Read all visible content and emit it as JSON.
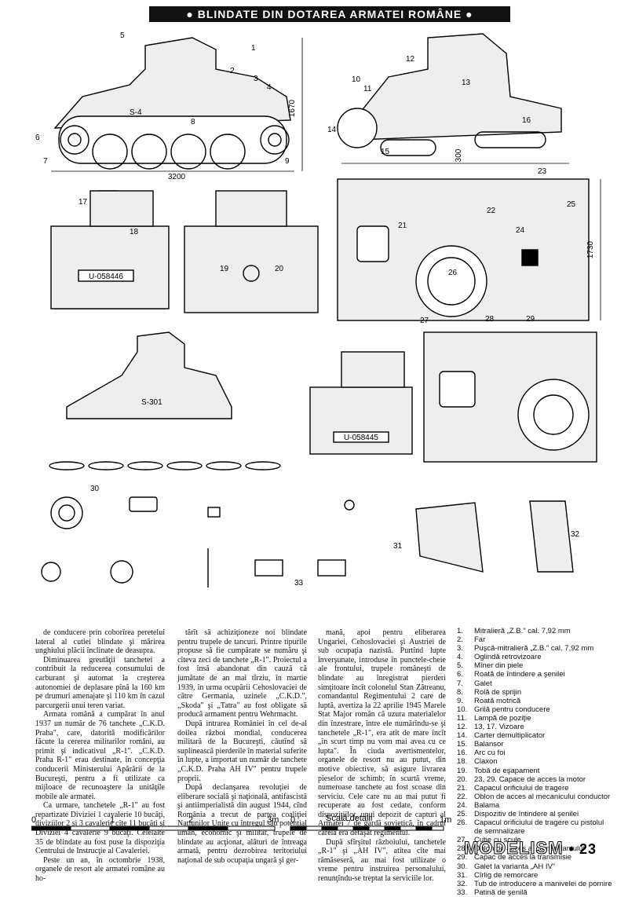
{
  "header": {
    "title": "● BLINDATE DIN DOTAREA ARMATEI ROMÂNE ●"
  },
  "dimensions": {
    "length": "3200",
    "height_side": "1670",
    "height_front": "1730",
    "ground_clearance": "300"
  },
  "markings": {
    "plate1": "U-058446",
    "plate2": "U-058445",
    "side1": "S-4",
    "side2": "S-301"
  },
  "callouts": [
    "1",
    "2",
    "3",
    "4",
    "5",
    "6",
    "7",
    "8",
    "9",
    "10",
    "11",
    "12",
    "13",
    "14",
    "15",
    "16",
    "17",
    "18",
    "19",
    "20",
    "21",
    "22",
    "23",
    "24",
    "25",
    "26",
    "27",
    "28",
    "29",
    "30",
    "31",
    "32",
    "33"
  ],
  "columns": {
    "col1": [
      "de conducere prin coborîrea peretelui lateral al cutiei blindate şi mărirea unghiului plăcii înclinate de deasupra.",
      "Diminuarea greutăţii tanchetei a contribuit la reducerea consumului de carburant şi automat la creşterea autonomiei de deplasare pînă la 160 km pe drumuri amenajate şi 110 km în cazul parcurgerii unui teren variat.",
      "Armata română a cumpărat în anul 1937 un număr de 76 tanchete „C.K.D. Praha\", care, datorită modificărilor făcute la cererea militarilor români, au primit şi indicativul „R-1\". „C.K.D. Praha R-1\" erau destinate, în concepţia conducerii Ministerului Apărării de la Bucureşti, pentru a fi utilizate ca mijloace de recunoaştere la unităţile mobile ale armatei.",
      "Ca urmare, tanchetele „R-1\" au fost repartizate Diviziei 1 cavalerie 10 bucăţi, diviziilor 2 şi 3 cavalerie cîte 11 bucăţi şi Diviziei 4 cavalerie 9 bucăţi. Celelalte 35 de blindate au fost puse la dispoziţia Centrului de Instrucţie al Cavaleriei.",
      "Peste un an, în octombrie 1938, organele de resort ale armatei române au ho-"
    ],
    "col2": [
      "tărît să achiziţioneze noi blindate pentru trupele de tancuri. Printre tipurile propuse să fie cumpărate se număru şi cîteva zeci de tanchete „R-1\". Proiectul a fost însă abandonat din cauză că jumătate de an mai tîrziu, în martie 1939, în urma ocupării Cehoslovaciei de către Germania, uzinele „C.K.D.\", „Skoda\" şi „Tatra\" au fost obligate să producă armament pentru Wehrmacht.",
      "După intrarea României în cel de-al doilea război mondial, conducerea militară de la Bucureşti, căutînd să suplinească pierderile în material suferite în lupte, a importat un număr de tanchete „C.K.D. Praha AH IV\" pentru trupele proprii.",
      "După declanşarea revoluţiei de eliberare socială şi naţională, antifascistă şi antiimperialistă din august 1944, cînd România a trecut de partea coaliţiei Naţiunilor Unite cu întregul său potenţial uman, economic şi militar, trupele de blindate au acţionat, alături de întreaga armată, pentru dezrobirea teritoriului naţional de sub ocupaţia ungară şi ger-"
    ],
    "col3": [
      "mană, apoi pentru eliberarea Ungariei, Cehoslovaciei şi Austriei de sub ocupaţia nazistă. Purtînd lupte înverşunate, introduse în punctele-cheie ale frontului, trupele româneşti de blindate au înregistrat pierderi simţitoare încît colonelul Stan Zătreanu, comandantul Regimentului 2 care de luptă, avertiza la 22 aprilie 1945 Marele Stat Major român că uzura materialelor din înzestrare, între ele numărîndu-se şi tanchetele „R-1\", era atît de mare încît „în scurt timp nu vom mai avea cu ce lupta\". În ciuda avertismentelor, organele de resort nu au putut, din motive obiective, să asigure livrarea pieselor de schimb; în scurtă vreme, numeroase tanchete au fost scoase din serviciu. Cele care nu au mai putut fi recuperate au fost cedate, conform dispoziţiilor, unui depozit de capturi al Armatei 7 de gardă sovietică, în cadrul căreia era detaşat regimentul.",
      "După sfîrşitul războiului, tanchetele „R-1\" şi „AH IV\", atîtea cîte mai rămăseseră, au mai fost utilizate o vreme pentru instruirea personalului, renunţîndu-se treptat la serviciile lor."
    ]
  },
  "legend": [
    {
      "n": "1.",
      "t": "Mitralieră „Z.B.\" cal. 7,92 mm"
    },
    {
      "n": "2.",
      "t": "Far"
    },
    {
      "n": "3.",
      "t": "Puşcă-mitralieră „Z.B.\" cal. 7,92 mm"
    },
    {
      "n": "4.",
      "t": "Oglindă retrovizoare"
    },
    {
      "n": "5.",
      "t": "Mîner din piele"
    },
    {
      "n": "6.",
      "t": "Roată de întindere a şenilei"
    },
    {
      "n": "7.",
      "t": "Galet"
    },
    {
      "n": "8.",
      "t": "Rolă de sprijin"
    },
    {
      "n": "9.",
      "t": "Roată motrică"
    },
    {
      "n": "10.",
      "t": "Grilă pentru conducere"
    },
    {
      "n": "11.",
      "t": "Lampă de poziţie"
    },
    {
      "n": "12.",
      "t": "13, 17. Vizoare"
    },
    {
      "n": "14.",
      "t": "Carter demultiplicator"
    },
    {
      "n": "15.",
      "t": "Balansor"
    },
    {
      "n": "16.",
      "t": "Arc cu foi"
    },
    {
      "n": "18.",
      "t": "Claxon"
    },
    {
      "n": "19.",
      "t": "Tobă de eşapament"
    },
    {
      "n": "20.",
      "t": "23, 29. Capace de acces la motor"
    },
    {
      "n": "21.",
      "t": "Capacul orificiului de tragere"
    },
    {
      "n": "22.",
      "t": "Oblon de acces al mecanicului conductor"
    },
    {
      "n": "24.",
      "t": "Balama"
    },
    {
      "n": "25.",
      "t": "Dispozitiv de întindere al şenilei"
    },
    {
      "n": "26.",
      "t": "Capacul orificiului de tragere cu pistolul de semnalizare"
    },
    {
      "n": "27.",
      "t": "Cutie cu scule"
    },
    {
      "n": "28.",
      "t": "Oblon de acces al comandantului"
    },
    {
      "n": "29.",
      "t": "Capac de acces la transmisie"
    },
    {
      "n": "30.",
      "t": "Galet la varianta „AH IV\""
    },
    {
      "n": "31.",
      "t": "Cîrlig de remorcare"
    },
    {
      "n": "32.",
      "t": "Tub de introducere a manivelei de pornire"
    },
    {
      "n": "33.",
      "t": "Patină de şenilă"
    }
  ],
  "scale": {
    "s0": "0",
    "s1": "1",
    "s2": "2",
    "s3": "3m",
    "d0": "0",
    "dlabel": "Scală detalii",
    "d1": "1m"
  },
  "footer": {
    "brand": "MODELISM",
    "page": "• 23"
  }
}
